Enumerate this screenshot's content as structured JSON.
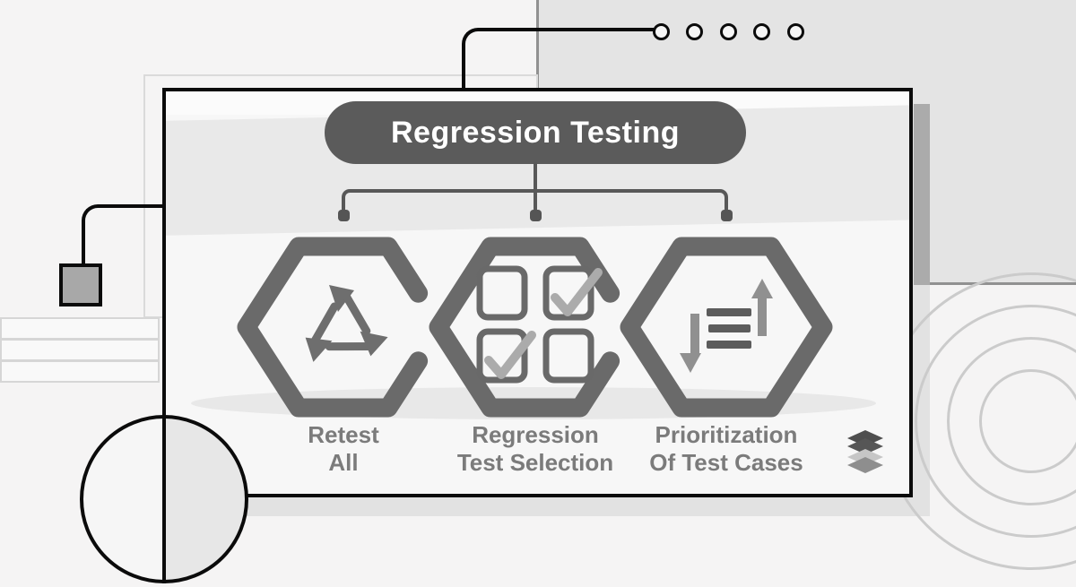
{
  "illustration": {
    "title": "Regression Testing",
    "nodes": [
      {
        "label_line1": "Retest",
        "label_line2": "All",
        "icon": "recycle-icon"
      },
      {
        "label_line1": "Regression",
        "label_line2": "Test Selection",
        "icon": "checkboxes-icon"
      },
      {
        "label_line1": "Prioritization",
        "label_line2": "Of Test Cases",
        "icon": "sort-priority-icon"
      }
    ],
    "logo_icon": "layers-stack-logo-icon"
  },
  "colors": {
    "page_bg": "#f5f4f4",
    "panel_gray": "#e4e4e4",
    "card_bg": "#f7f7f7",
    "pill": "#5b5b5b",
    "pill_text": "#ffffff",
    "hexagon_stroke": "#6a6a6a",
    "connector": "#585858",
    "label_text": "#7b7b7b",
    "outline_black": "#0b0b0b",
    "check_gray": "#ababab",
    "arrow_gray": "#909090",
    "shadow": "#e2e2e2",
    "shadow_dark": "#ababab",
    "decor_line": "#cbcbcb"
  }
}
